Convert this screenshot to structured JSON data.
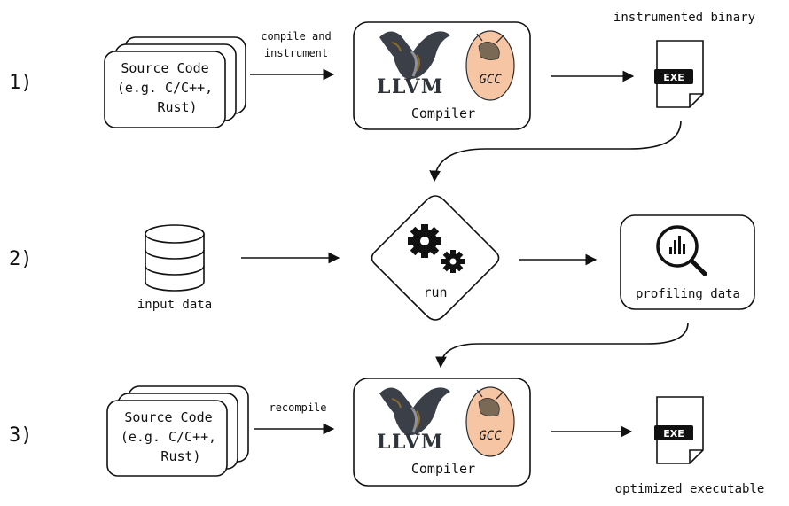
{
  "steps": [
    {
      "label": "1)",
      "source_lines": [
        "Source Code",
        "(e.g. C/C++,",
        "Rust)"
      ],
      "arrow_label_lines": [
        "compile and",
        "instrument"
      ],
      "compiler": {
        "llvm": "LLVM",
        "gcc": "GCC",
        "caption": "Compiler"
      },
      "output_badge": "EXE",
      "output_caption": "instrumented binary"
    },
    {
      "label": "2)",
      "input_caption": "input data",
      "run_caption": "run",
      "profile_caption": "profiling data"
    },
    {
      "label": "3)",
      "source_lines": [
        "Source Code",
        "(e.g. C/C++,",
        "Rust)"
      ],
      "arrow_label": "recompile",
      "compiler": {
        "llvm": "LLVM",
        "gcc": "GCC",
        "caption": "Compiler"
      },
      "output_badge": "EXE",
      "output_caption": "optimized executable"
    }
  ],
  "icons": {
    "database": "database-icon",
    "gears": "gears-icon",
    "analytics": "magnifier-chart-icon",
    "llvm": "llvm-dragon-logo",
    "gcc": "gcc-gnu-logo",
    "file": "exe-file-icon"
  },
  "colors": {
    "gcc_fill": "#f6c5a4",
    "ink": "#111111"
  }
}
